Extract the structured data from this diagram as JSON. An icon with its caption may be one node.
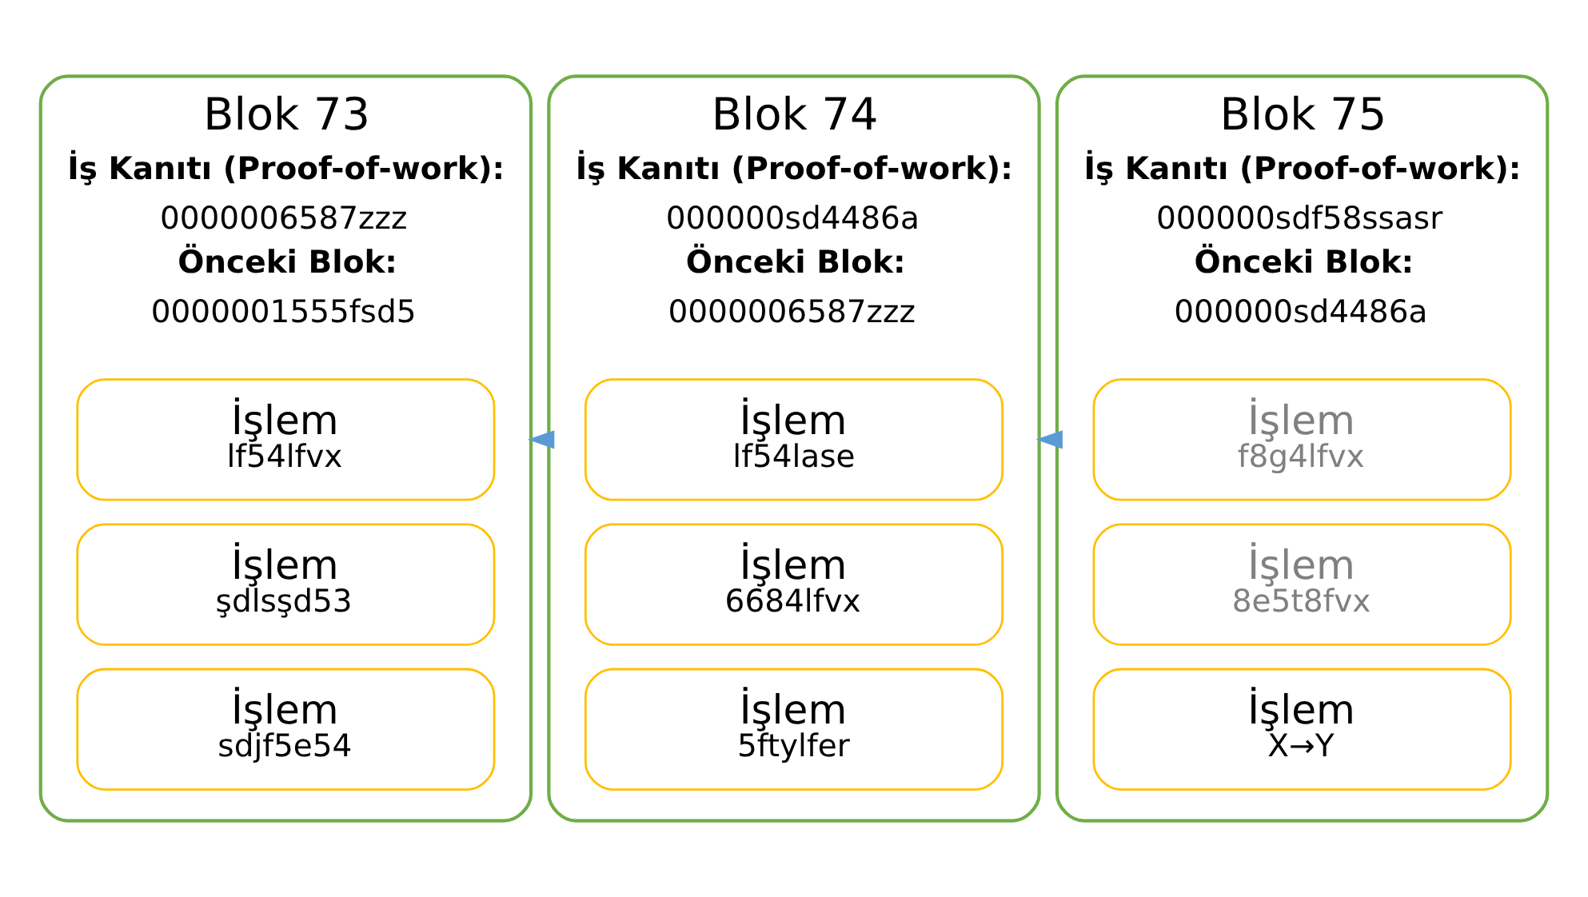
{
  "diagram": {
    "nodes": [
      {
        "text": [
          "Blok 73",
          "İş Kanıtı (Proof-of-work):",
          "0000006587zzz",
          "Önceki Blok:",
          "0000001555fsd5"
        ]
      },
      {
        "text": [
          "İşlem",
          "lf54lfvx"
        ],
        "in": 0
      },
      {
        "text": [
          "İşlem",
          "şdlsşd53"
        ],
        "in": 0
      },
      {
        "text": [
          "İşlem",
          "sdjf5e54"
        ],
        "in": 0
      },
      {
        "text": [
          "Blok 74",
          "İş Kanıtı (Proof-of-work):",
          "000000sd4486a",
          "Önceki Blok:",
          "0000006587zzz"
        ]
      },
      {
        "text": [
          "İşlem",
          "lf54lase"
        ],
        "in": 4
      },
      {
        "text": [
          "İşlem",
          "6684lfvx"
        ],
        "in": 4
      },
      {
        "text": [
          "İşlem",
          "5ftylfer"
        ],
        "in": 4
      },
      {
        "text": [
          "Blok 75",
          "İş Kanıtı (Proof-of-work):",
          "000000sdf58ssasr",
          "Önceki Blok:",
          "000000sd4486a"
        ]
      },
      {
        "text": [
          "İşlem",
          "f8g4lfvx"
        ],
        "in": 8
      },
      {
        "text": [
          "İşlem",
          "8e5t8fvx"
        ],
        "in": 8
      },
      {
        "text": [
          "İşlem",
          "X→Y"
        ],
        "in": 8
      }
    ],
    "edges": [
      {
        "from": 4,
        "to": 0,
        "arrow": "to"
      },
      {
        "from": 8,
        "to": 4,
        "arrow": "to"
      }
    ]
  }
}
